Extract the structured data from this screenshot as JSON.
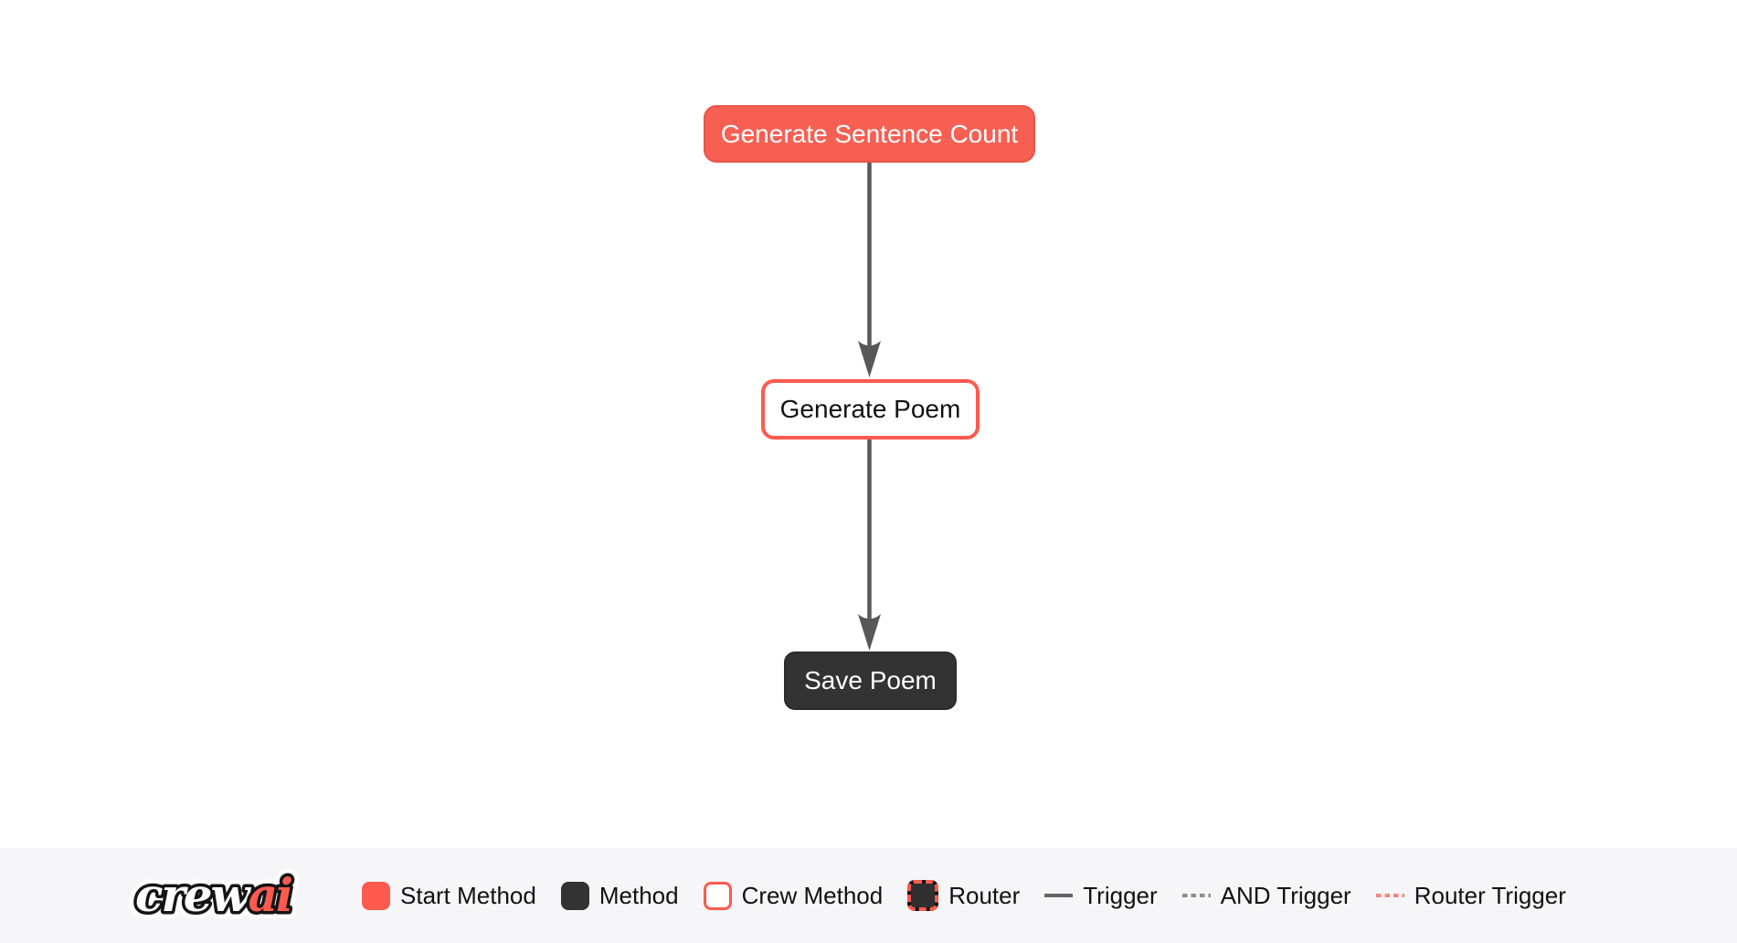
{
  "flow": {
    "nodes": [
      {
        "label": "Generate Sentence Count",
        "type": "start-method",
        "color": "#FF5A50"
      },
      {
        "label": "Generate Poem",
        "type": "crew-method",
        "color": "#FFFFFF"
      },
      {
        "label": "Save Poem",
        "type": "method",
        "color": "#333333"
      }
    ],
    "edges": [
      {
        "from": "Generate Sentence Count",
        "to": "Generate Poem",
        "type": "trigger"
      },
      {
        "from": "Generate Poem",
        "to": "Save Poem",
        "type": "trigger"
      }
    ]
  },
  "legend": {
    "logo": {
      "crew": "crew",
      "ai": "ai"
    },
    "items": [
      {
        "label": "Start Method",
        "swatch": "start-method-square"
      },
      {
        "label": "Method",
        "swatch": "method-square"
      },
      {
        "label": "Crew Method",
        "swatch": "crew-method-square"
      },
      {
        "label": "Router",
        "swatch": "router-square"
      },
      {
        "label": "Trigger",
        "swatch": "solid-line"
      },
      {
        "label": "AND Trigger",
        "swatch": "dashed-line"
      },
      {
        "label": "Router Trigger",
        "swatch": "red-dashed-line"
      }
    ]
  },
  "colors": {
    "accent": "#FF5A50",
    "dark_method": "#333333",
    "edge": "#5A5A5A",
    "legend_background": "#F6F6F8",
    "canvas_background": "#FFFFFF"
  }
}
